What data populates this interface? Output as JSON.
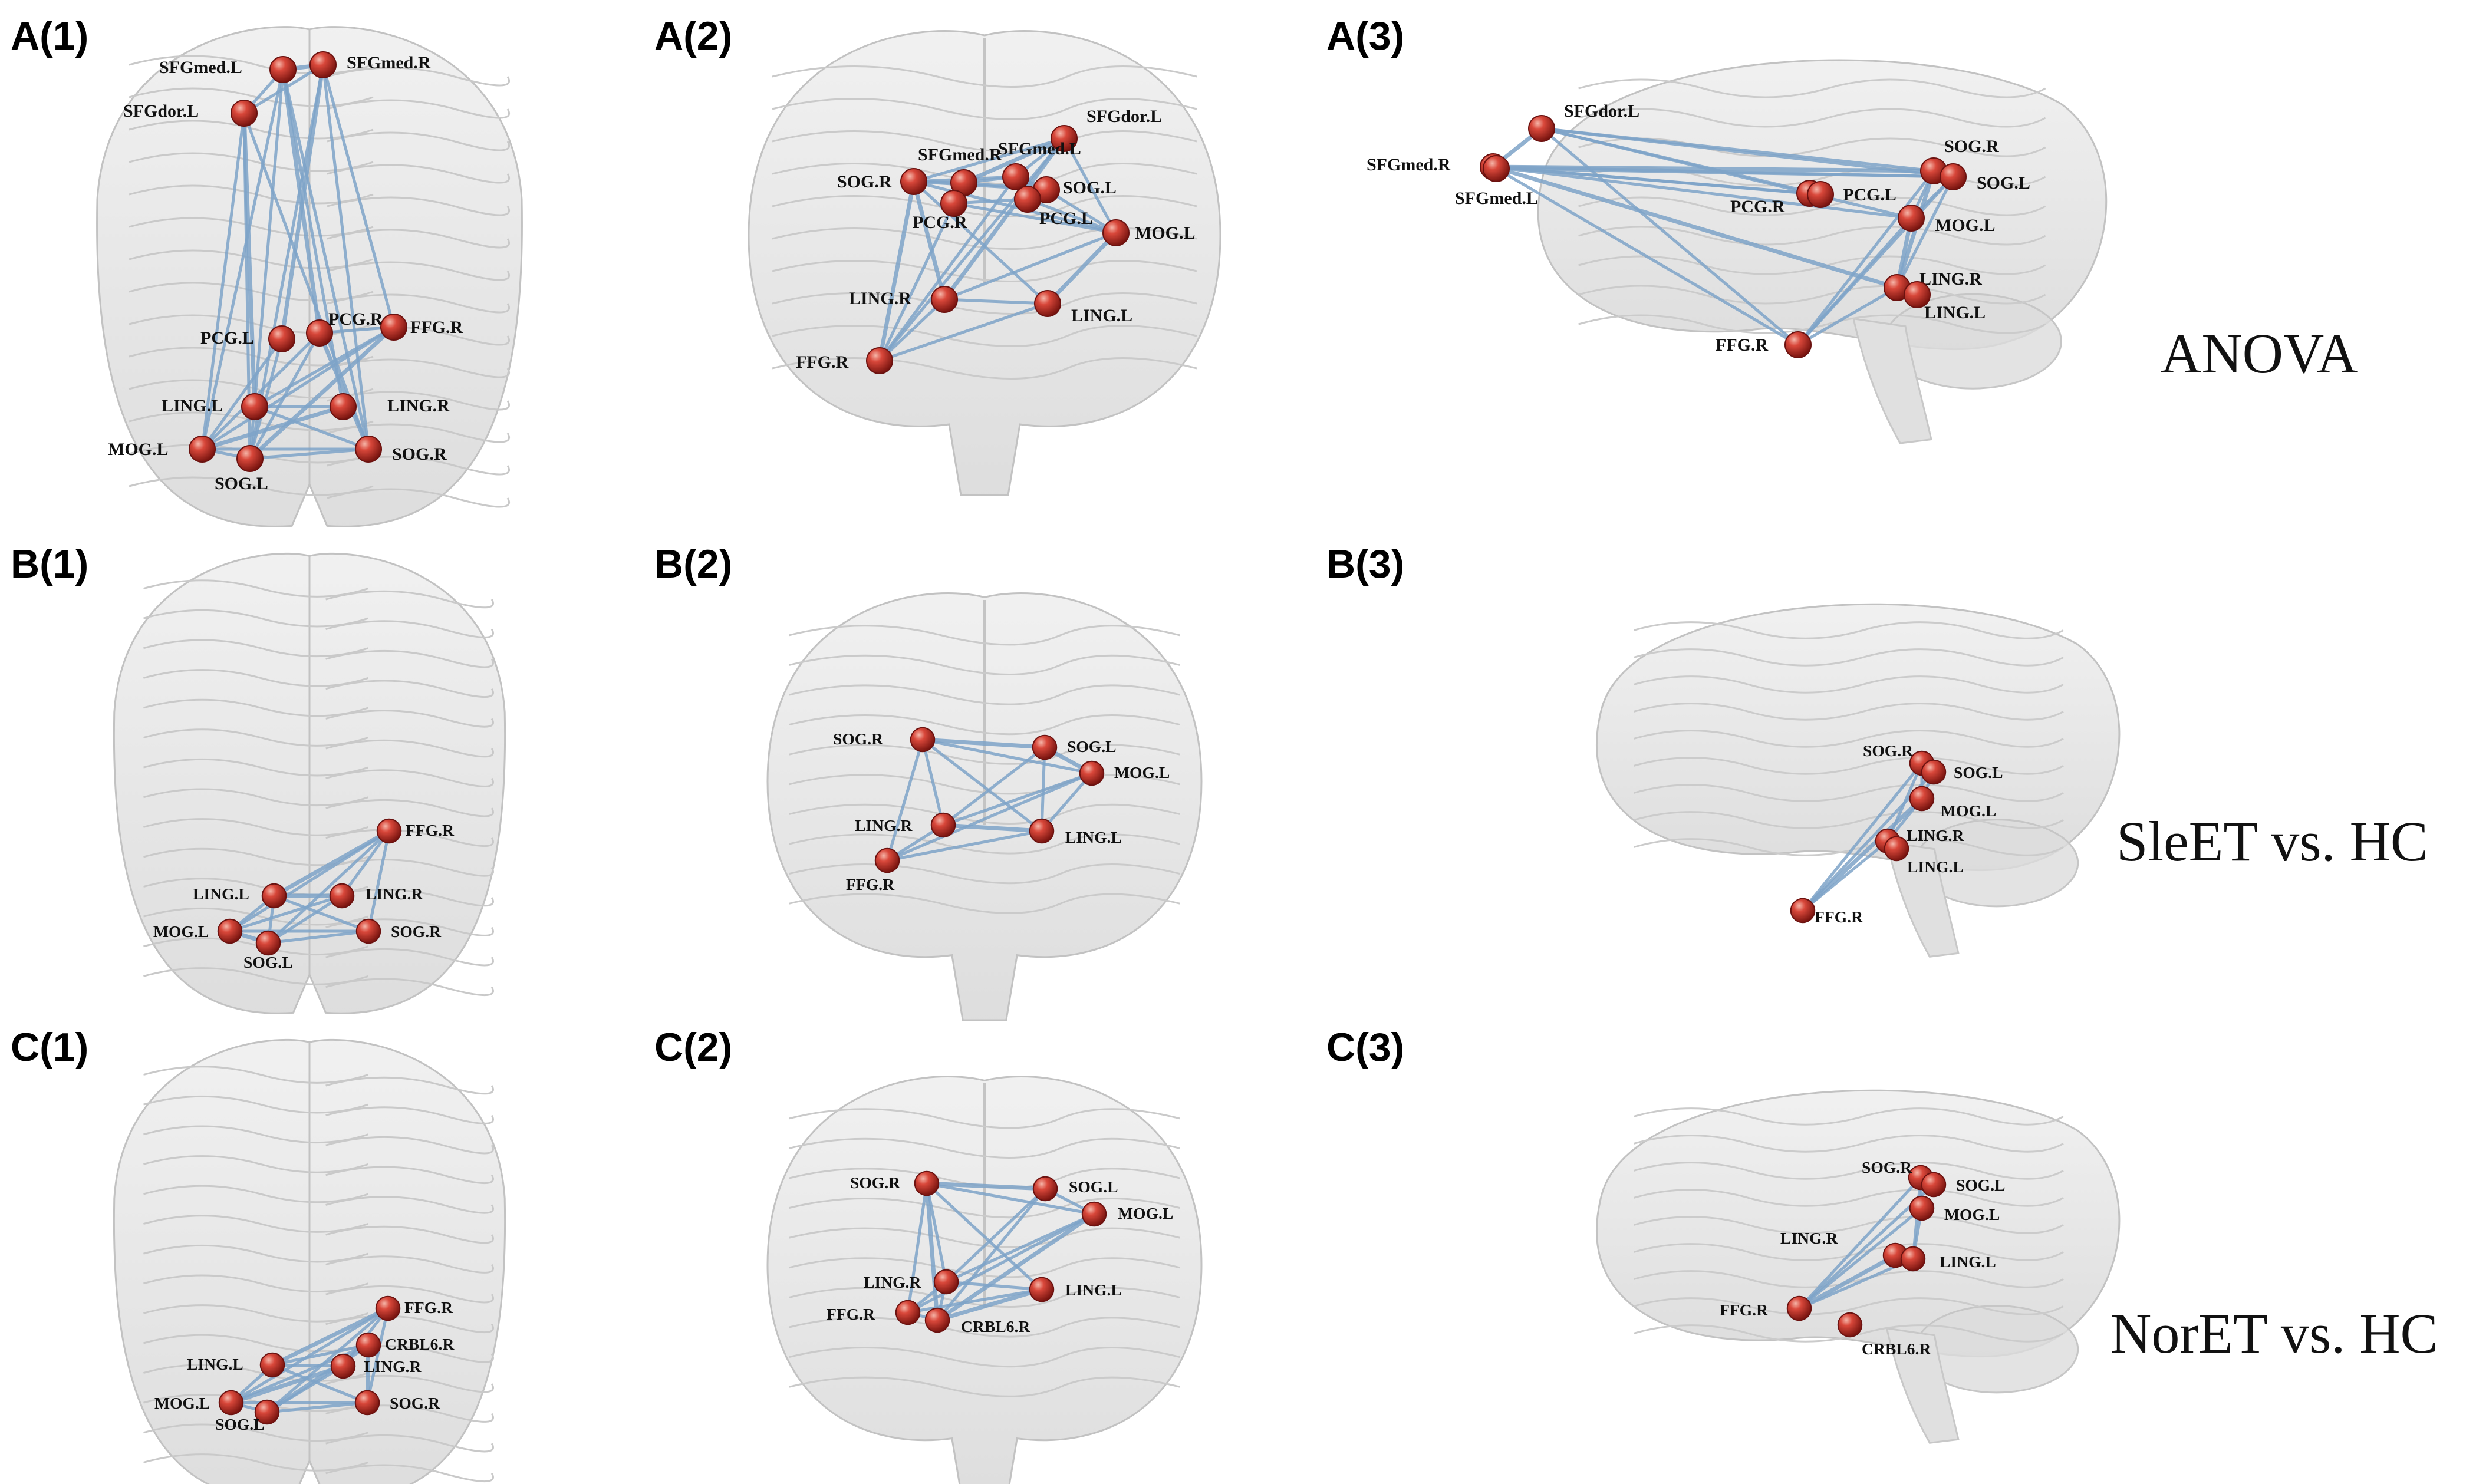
{
  "panels": [
    {
      "id": "A1",
      "label": "A(1)",
      "view": "axial",
      "scale": 1.0,
      "nodes": [
        {
          "name": "SFGmed.L"
        },
        {
          "name": "SFGmed.R"
        },
        {
          "name": "SFGdor.L"
        },
        {
          "name": "PCG.R"
        },
        {
          "name": "FFG.R"
        },
        {
          "name": "PCG.L"
        },
        {
          "name": "LING.L"
        },
        {
          "name": "LING.R"
        },
        {
          "name": "MOG.L"
        },
        {
          "name": "SOG.L"
        },
        {
          "name": "SOG.R"
        }
      ],
      "edges": [
        [
          0,
          1
        ],
        [
          0,
          2
        ],
        [
          0,
          8
        ],
        [
          0,
          9
        ],
        [
          0,
          10
        ],
        [
          0,
          3
        ],
        [
          0,
          7
        ],
        [
          1,
          2
        ],
        [
          1,
          9
        ],
        [
          1,
          10
        ],
        [
          1,
          5
        ],
        [
          1,
          4
        ],
        [
          2,
          8
        ],
        [
          2,
          9
        ],
        [
          2,
          10
        ],
        [
          2,
          6
        ],
        [
          3,
          4
        ],
        [
          3,
          8
        ],
        [
          3,
          9
        ],
        [
          4,
          8
        ],
        [
          4,
          9
        ],
        [
          4,
          6
        ],
        [
          5,
          8
        ],
        [
          5,
          9
        ],
        [
          6,
          10
        ],
        [
          7,
          8
        ],
        [
          8,
          9
        ],
        [
          8,
          10
        ],
        [
          9,
          10
        ],
        [
          6,
          7
        ],
        [
          3,
          10
        ]
      ]
    },
    {
      "id": "A2",
      "label": "A(2)",
      "view": "coronal",
      "scale": 1.0,
      "nodes": [
        {
          "name": "SFGdor.L"
        },
        {
          "name": "SFGmed.R"
        },
        {
          "name": "SFGmed.L"
        },
        {
          "name": "SOG.R"
        },
        {
          "name": "SOG.L"
        },
        {
          "name": "PCG.R"
        },
        {
          "name": "PCG.L"
        },
        {
          "name": "MOG.L"
        },
        {
          "name": "LING.R"
        },
        {
          "name": "LING.L"
        },
        {
          "name": "FFG.R"
        }
      ],
      "edges": [
        [
          0,
          1
        ],
        [
          0,
          2
        ],
        [
          0,
          3
        ],
        [
          0,
          7
        ],
        [
          0,
          10
        ],
        [
          0,
          8
        ],
        [
          1,
          2
        ],
        [
          1,
          3
        ],
        [
          1,
          4
        ],
        [
          2,
          3
        ],
        [
          2,
          4
        ],
        [
          2,
          10
        ],
        [
          3,
          4
        ],
        [
          3,
          7
        ],
        [
          3,
          9
        ],
        [
          3,
          10
        ],
        [
          4,
          7
        ],
        [
          5,
          6
        ],
        [
          5,
          7
        ],
        [
          6,
          7
        ],
        [
          7,
          9
        ],
        [
          7,
          8
        ],
        [
          8,
          9
        ],
        [
          8,
          10
        ],
        [
          9,
          10
        ],
        [
          3,
          8
        ],
        [
          1,
          10
        ]
      ]
    },
    {
      "id": "A3",
      "label": "A(3)",
      "view": "sagittal",
      "scale": 1.0,
      "nodes": [
        {
          "name": "SFGdor.L"
        },
        {
          "name": "SFGmed.R"
        },
        {
          "name": "SFGmed.L"
        },
        {
          "name": "SOG.R"
        },
        {
          "name": "SOG.L"
        },
        {
          "name": "PCG.R"
        },
        {
          "name": "PCG.L"
        },
        {
          "name": "MOG.L"
        },
        {
          "name": "LING.R"
        },
        {
          "name": "LING.L"
        },
        {
          "name": "FFG.R"
        }
      ],
      "edges": [
        [
          0,
          1
        ],
        [
          0,
          3
        ],
        [
          0,
          4
        ],
        [
          0,
          6
        ],
        [
          0,
          7
        ],
        [
          1,
          3
        ],
        [
          1,
          4
        ],
        [
          1,
          5
        ],
        [
          1,
          6
        ],
        [
          1,
          7
        ],
        [
          1,
          8
        ],
        [
          1,
          10
        ],
        [
          2,
          4
        ],
        [
          3,
          4
        ],
        [
          3,
          7
        ],
        [
          3,
          8
        ],
        [
          3,
          10
        ],
        [
          4,
          7
        ],
        [
          4,
          10
        ],
        [
          5,
          6
        ],
        [
          7,
          8
        ],
        [
          7,
          10
        ],
        [
          8,
          10
        ],
        [
          0,
          10
        ],
        [
          4,
          8
        ]
      ]
    },
    {
      "id": "B1",
      "label": "B(1)",
      "view": "axial",
      "scale": 0.92,
      "nodes": [
        {
          "name": "FFG.R"
        },
        {
          "name": "LING.L"
        },
        {
          "name": "LING.R"
        },
        {
          "name": "MOG.L"
        },
        {
          "name": "SOG.L"
        },
        {
          "name": "SOG.R"
        }
      ],
      "edges": [
        [
          0,
          1
        ],
        [
          0,
          2
        ],
        [
          0,
          3
        ],
        [
          0,
          4
        ],
        [
          0,
          5
        ],
        [
          1,
          2
        ],
        [
          1,
          3
        ],
        [
          1,
          5
        ],
        [
          2,
          3
        ],
        [
          2,
          4
        ],
        [
          3,
          4
        ],
        [
          3,
          5
        ],
        [
          4,
          5
        ],
        [
          1,
          4
        ]
      ]
    },
    {
      "id": "B2",
      "label": "B(2)",
      "view": "coronal",
      "scale": 0.92,
      "nodes": [
        {
          "name": "SOG.R"
        },
        {
          "name": "SOG.L"
        },
        {
          "name": "MOG.L"
        },
        {
          "name": "LING.R"
        },
        {
          "name": "LING.L"
        },
        {
          "name": "FFG.R"
        }
      ],
      "edges": [
        [
          0,
          1
        ],
        [
          0,
          2
        ],
        [
          0,
          3
        ],
        [
          0,
          4
        ],
        [
          0,
          5
        ],
        [
          1,
          2
        ],
        [
          1,
          3
        ],
        [
          2,
          3
        ],
        [
          2,
          4
        ],
        [
          2,
          5
        ],
        [
          3,
          4
        ],
        [
          3,
          5
        ],
        [
          4,
          5
        ],
        [
          1,
          4
        ]
      ]
    },
    {
      "id": "B3",
      "label": "B(3)",
      "view": "sagittal",
      "scale": 0.92,
      "nodes": [
        {
          "name": "SOG.R"
        },
        {
          "name": "SOG.L"
        },
        {
          "name": "MOG.L"
        },
        {
          "name": "LING.R"
        },
        {
          "name": "LING.L"
        },
        {
          "name": "FFG.R"
        }
      ],
      "edges": [
        [
          0,
          1
        ],
        [
          0,
          2
        ],
        [
          0,
          5
        ],
        [
          1,
          2
        ],
        [
          1,
          5
        ],
        [
          2,
          5
        ],
        [
          3,
          5
        ],
        [
          2,
          3
        ],
        [
          0,
          3
        ]
      ]
    },
    {
      "id": "C1",
      "label": "C(1)",
      "view": "axial",
      "scale": 0.92,
      "nodes": [
        {
          "name": "FFG.R"
        },
        {
          "name": "CRBL6.R"
        },
        {
          "name": "LING.L"
        },
        {
          "name": "LING.R"
        },
        {
          "name": "MOG.L"
        },
        {
          "name": "SOG.L"
        },
        {
          "name": "SOG.R"
        }
      ],
      "edges": [
        [
          0,
          2
        ],
        [
          0,
          3
        ],
        [
          0,
          4
        ],
        [
          0,
          5
        ],
        [
          1,
          4
        ],
        [
          1,
          5
        ],
        [
          1,
          2
        ],
        [
          2,
          3
        ],
        [
          2,
          4
        ],
        [
          2,
          6
        ],
        [
          3,
          4
        ],
        [
          3,
          5
        ],
        [
          4,
          5
        ],
        [
          4,
          6
        ],
        [
          5,
          6
        ],
        [
          1,
          6
        ],
        [
          0,
          6
        ]
      ]
    },
    {
      "id": "C2",
      "label": "C(2)",
      "view": "coronal",
      "scale": 0.92,
      "nodes": [
        {
          "name": "SOG.R"
        },
        {
          "name": "SOG.L"
        },
        {
          "name": "MOG.L"
        },
        {
          "name": "LING.R"
        },
        {
          "name": "LING.L"
        },
        {
          "name": "FFG.R"
        },
        {
          "name": "CRBL6.R"
        }
      ],
      "edges": [
        [
          0,
          1
        ],
        [
          0,
          2
        ],
        [
          0,
          3
        ],
        [
          0,
          4
        ],
        [
          0,
          5
        ],
        [
          0,
          6
        ],
        [
          1,
          2
        ],
        [
          1,
          3
        ],
        [
          2,
          3
        ],
        [
          2,
          5
        ],
        [
          2,
          6
        ],
        [
          3,
          4
        ],
        [
          3,
          5
        ],
        [
          3,
          6
        ],
        [
          4,
          5
        ],
        [
          4,
          6
        ],
        [
          5,
          6
        ],
        [
          1,
          6
        ]
      ]
    },
    {
      "id": "C3",
      "label": "C(3)",
      "view": "sagittal",
      "scale": 0.92,
      "nodes": [
        {
          "name": "SOG.R"
        },
        {
          "name": "SOG.L"
        },
        {
          "name": "MOG.L"
        },
        {
          "name": "LING.R"
        },
        {
          "name": "LING.L"
        },
        {
          "name": "FFG.R"
        },
        {
          "name": "CRBL6.R"
        }
      ],
      "edges": [
        [
          0,
          1
        ],
        [
          0,
          2
        ],
        [
          0,
          5
        ],
        [
          1,
          5
        ],
        [
          2,
          5
        ],
        [
          3,
          5
        ],
        [
          4,
          5
        ],
        [
          2,
          4
        ],
        [
          0,
          4
        ]
      ]
    }
  ],
  "row_labels": [
    {
      "text": "ANOVA"
    },
    {
      "text": "SleET vs. HC"
    },
    {
      "text": "NorET vs. HC"
    }
  ],
  "colors": {
    "node": "#c0392b",
    "edge": "#7ea3c8",
    "edge_dark": "#2f4a6b",
    "brain": "#d9d9d9"
  }
}
